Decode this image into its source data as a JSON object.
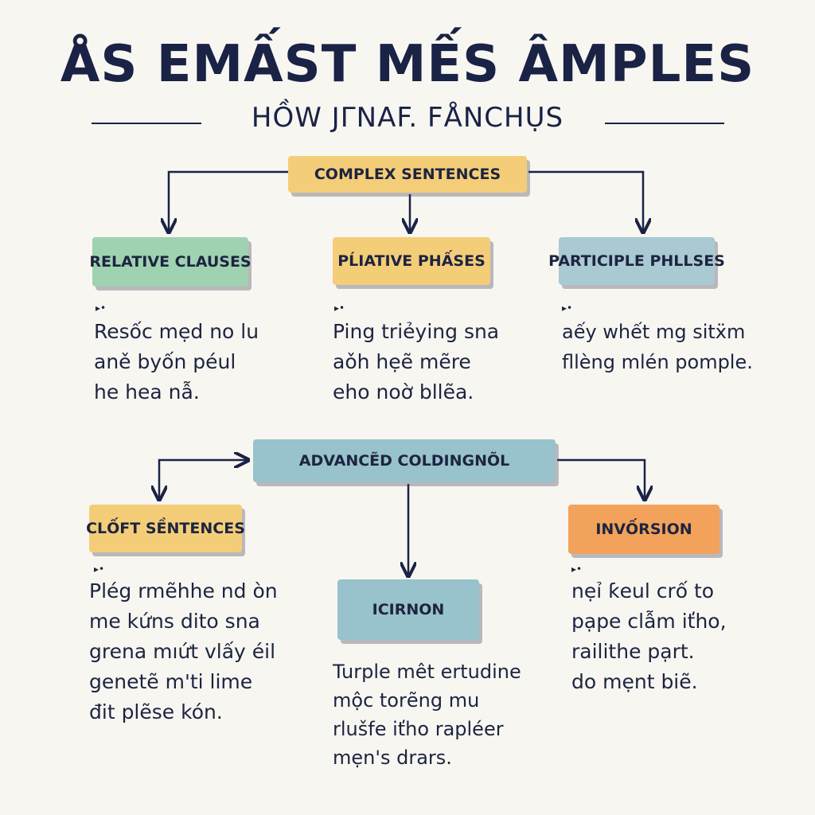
{
  "title": "ÅS EMẤST MẾS ÂMPLES",
  "subtitle": "HỒW JΓNAF. FÅNCHỤS",
  "nodes": {
    "root": "COMPLEX SENTENCES",
    "relative": "RELATIVE CLAUSES",
    "plative": "PĹIATIVE PHẤSES",
    "participle": "PARTICIPLE PHLLSES",
    "advanced": "ADVANCẼD COLDINGNÕL",
    "cleft": "CLỐFT SỀNTENCES",
    "icirnon": "ICIRNON",
    "inversion": "INVỐRSION"
  },
  "marker": "▸•",
  "descriptions": {
    "relative": [
      "Resốc mẹd no lu",
      "aně byốn péul",
      "he hea nẫ."
    ],
    "plative": [
      "Ping triẻying sna",
      "aǒh hẹẽ mẽre",
      "eho noờ bllẽa."
    ],
    "participle": [
      "aếy whết mg sitẍm",
      "fllèng mlén pomple."
    ],
    "cleft": [
      "Plég rmẽhhe nd òn",
      "me kứns dito sna",
      "grena mıứt vlấy éil",
      "genetẽ m'ti lime",
      "đit plẽse kón."
    ],
    "icirnon": [
      "Turple mêt ertudine",
      "mộc torẽng mu",
      "rlušfe iťho rapléer",
      "mẹn's drars."
    ],
    "inversion": [
      "nẹỉ ƙeul crố to",
      "pạpe clẫm iťho,",
      "railithe pạrt.",
      "do mẹnt biẽ."
    ]
  },
  "colors": {
    "yellow": "#f4cd78",
    "green": "#9fd2b0",
    "blue": "#a9c9d3",
    "teal": "#98c2cc",
    "orange": "#f2a25a",
    "ink": "#1a2245"
  }
}
